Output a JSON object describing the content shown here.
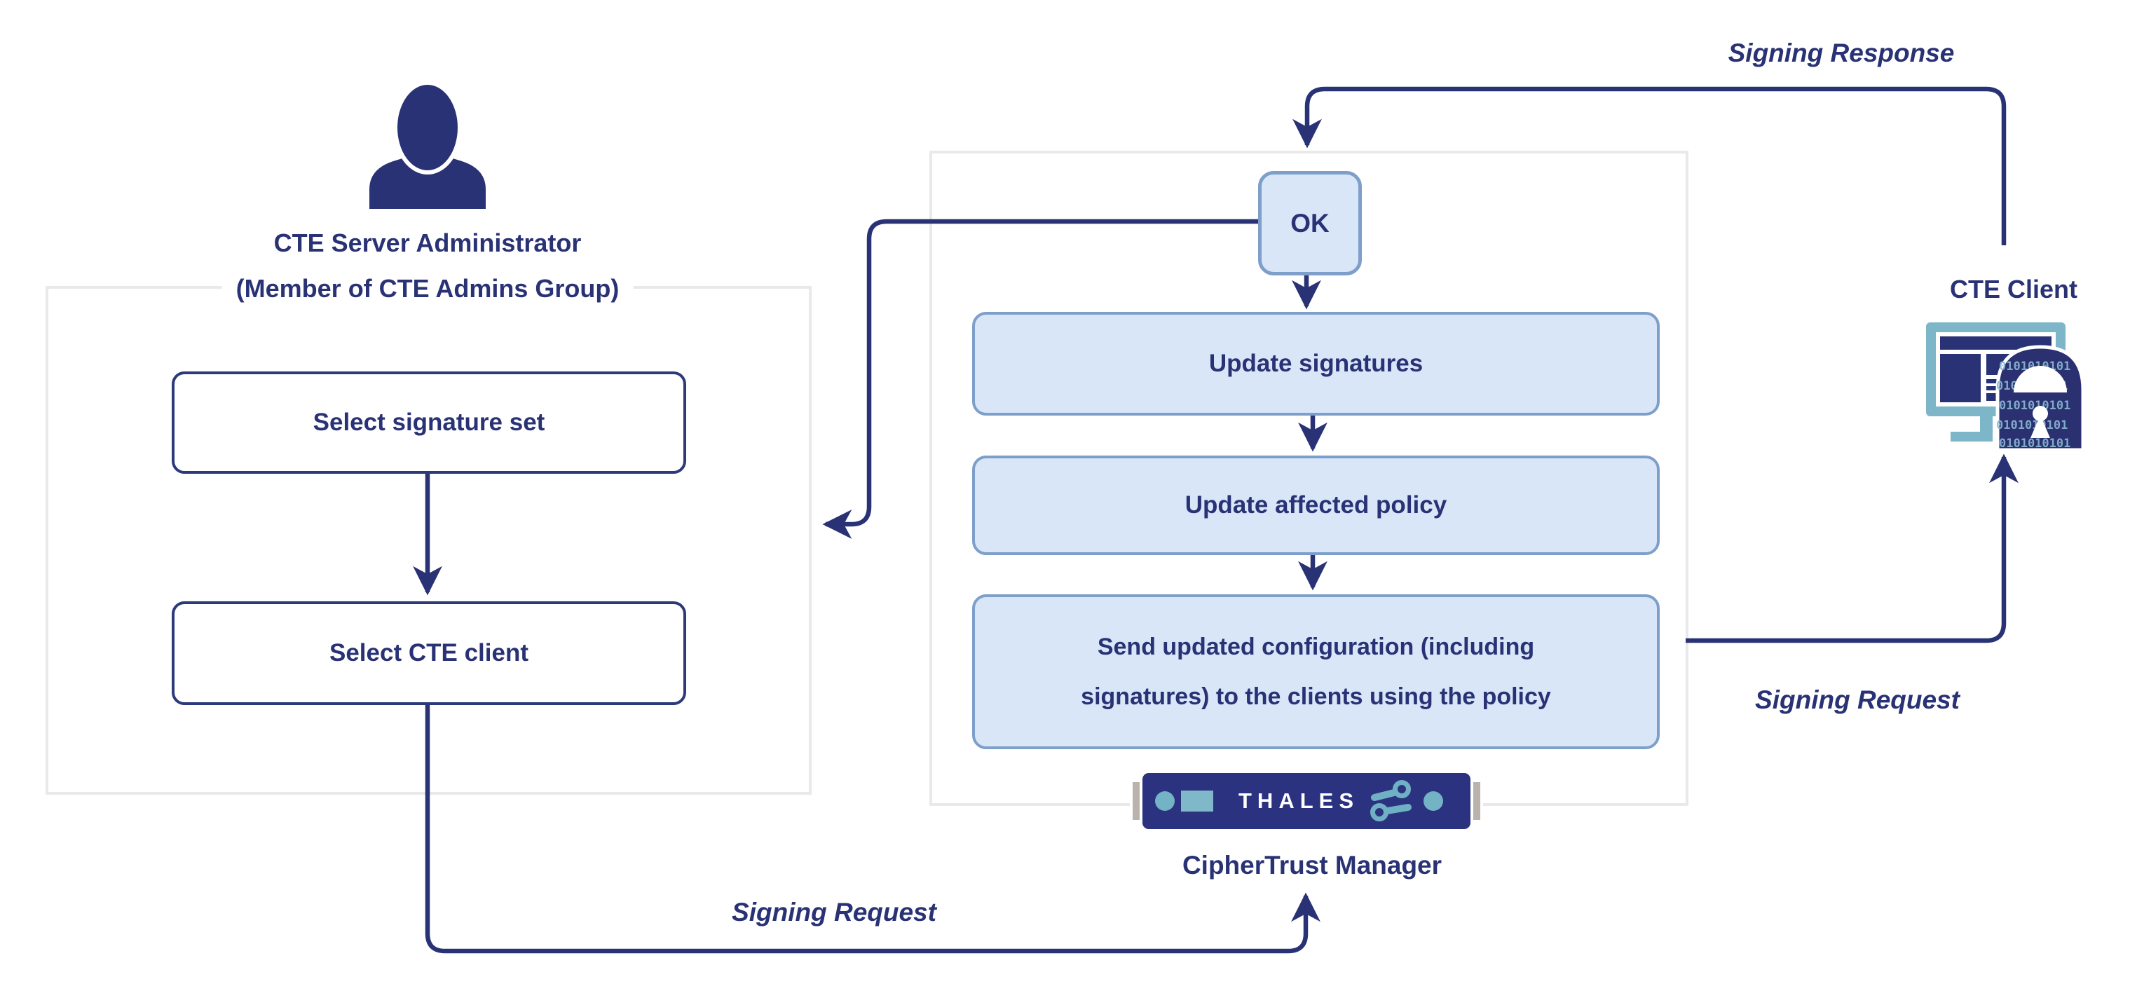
{
  "admin": {
    "title": "CTE Server Administrator",
    "subtitle": "(Member of CTE Admins Group)",
    "step_select_signature_set": "Select signature set",
    "step_select_cte_client": "Select CTE client"
  },
  "manager": {
    "ok_label": "OK",
    "step_update_signatures": "Update signatures",
    "step_update_affected_policy": "Update affected policy",
    "step_send_configuration": "Send updated configuration (including signatures) to the clients using the policy",
    "brand": "THALES",
    "label": "CipherTrust Manager"
  },
  "client": {
    "label": "CTE Client",
    "binary": "0101010101"
  },
  "edges": {
    "signing_response": "Signing Response",
    "signing_request_right": "Signing Request",
    "signing_request_bottom": "Signing Request"
  },
  "colors": {
    "navy": "#293275",
    "bar_navy": "#2b3280",
    "box_fill": "#d9e6f8",
    "box_border": "#7e9fc9",
    "container_border": "#e9e9eb",
    "teal": "#74b2c6"
  }
}
